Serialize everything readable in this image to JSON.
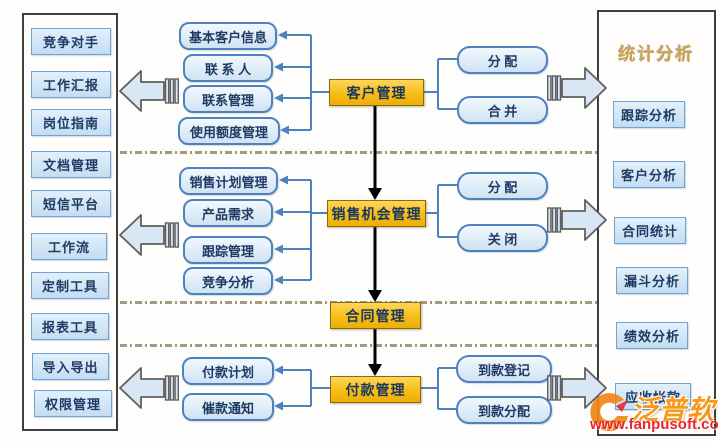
{
  "left_panel": {
    "items": [
      "竞争对手",
      "工作汇报",
      "岗位指南",
      "文档管理",
      "短信平台",
      "工作流",
      "定制工具",
      "报表工具",
      "导入导出",
      "权限管理"
    ]
  },
  "right_panel": {
    "title": "统计分析",
    "items": [
      "跟踪分析",
      "客户分析",
      "合同统计",
      "漏斗分析",
      "绩效分析",
      "应收帐款"
    ]
  },
  "flow": {
    "groups": [
      {
        "hub": "客户管理",
        "left": [
          "基本客户信息",
          "联 系 人",
          "联系管理",
          "使用额度管理"
        ],
        "right": [
          "分 配",
          "合 并"
        ]
      },
      {
        "hub": "销售机会管理",
        "left": [
          "销售计划管理",
          "产品需求",
          "跟踪管理",
          "竞争分析"
        ],
        "right": [
          "分 配",
          "关 闭"
        ]
      },
      {
        "hub": "合同管理",
        "left": [],
        "right": []
      },
      {
        "hub": "付款管理",
        "left": [
          "付款计划",
          "催款通知"
        ],
        "right": [
          "到款登记",
          "到款分配"
        ]
      }
    ]
  },
  "watermark": {
    "brand": "泛普软件",
    "url": "www.fanpusoft.com"
  },
  "colors": {
    "hub_fill": "#f6bd17",
    "box_border_blue": "#4f81bd",
    "panel_box_fill": "#cde3f5",
    "divider": "#a49a7d",
    "stats_title": "#caa053",
    "flow_arrow": "#000000",
    "block_arrow_fill": "#d9e7f5",
    "watermark_orange": "#f59a1d",
    "watermark_red": "#e8262d"
  }
}
